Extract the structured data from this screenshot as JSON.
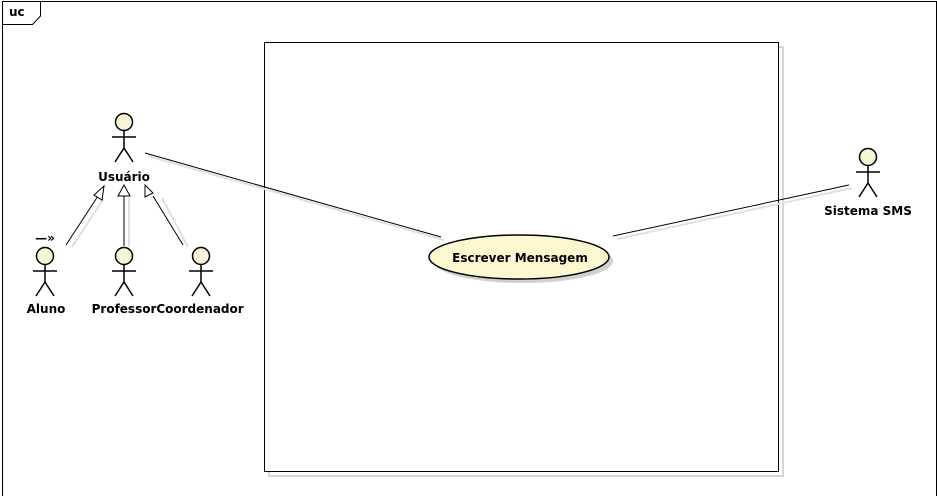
{
  "frame": {
    "label": "uc"
  },
  "actors": {
    "usuario": "Usuário",
    "aluno": "Aluno",
    "professor": "Professor",
    "coordenador": "Coordenador",
    "sistema": "Sistema SMS"
  },
  "aluno_stereotype": "—»",
  "use_case": {
    "label": "Escrever Mensagem"
  },
  "colors": {
    "actor_fill": "#f8f5d6",
    "usecase_fill": "#fbf8cf",
    "line": "#000000",
    "shadow": "#cfcfcf"
  }
}
